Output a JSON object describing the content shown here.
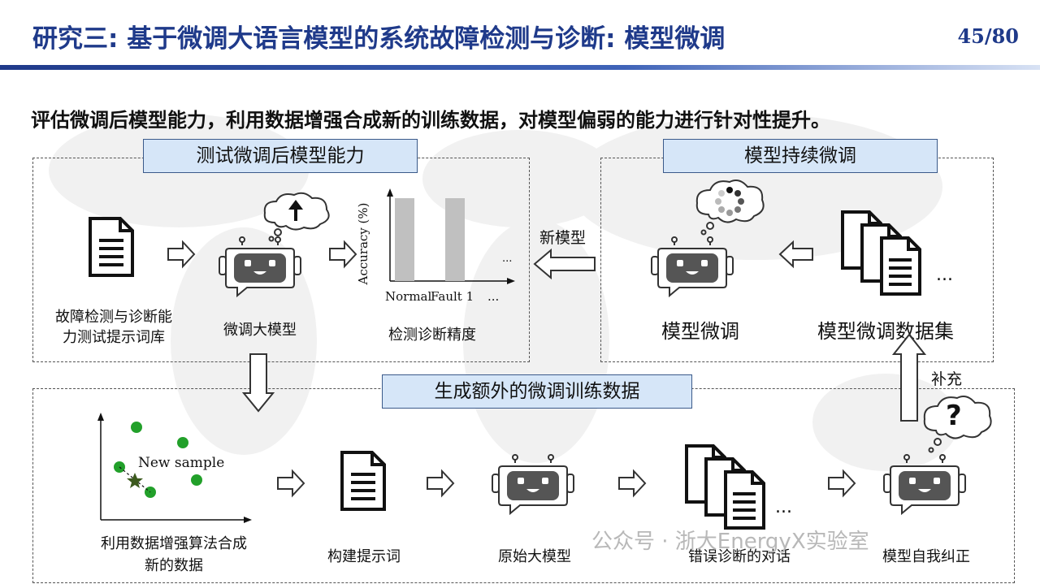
{
  "header": {
    "title": "研究三: 基于微调大语言模型的系统故障检测与诊断: 模型微调",
    "page": "45/80"
  },
  "headline": "评估微调后模型能力，利用数据增强合成新的训练数据，对模型偏弱的能力进行针对性提升。",
  "test_section": {
    "label": "测试微调后模型能力",
    "prompt_lib_caption": "故障检测与诊断能\n力测试提示词库",
    "ft_model_caption": "微调大模型",
    "accuracy_caption": "检测诊断精度"
  },
  "finetune_section": {
    "label": "模型持续微调",
    "new_model_label": "新模型",
    "model_ft_caption": "模型微调",
    "dataset_caption": "模型微调数据集",
    "dataset_ellipsis": "..."
  },
  "generate_section": {
    "label": "生成额外的微调训练数据",
    "supplement_label": "补充",
    "augment_caption": "利用数据增强算法合成\n新的数据",
    "new_sample_label": "New sample",
    "build_prompt_caption": "构建提示词",
    "base_model_caption": "原始大模型",
    "wrong_dialog_caption": "错误诊断的对话",
    "wrong_dialog_ellipsis": "...",
    "self_correct_caption": "模型自我纠正",
    "question_mark": "?"
  },
  "chart_data": {
    "type": "bar",
    "categories": [
      "Normal",
      "Fault 1",
      "..."
    ],
    "values": [
      100,
      100,
      null
    ],
    "ylabel": "Accuracy (%)",
    "xlabel": "",
    "title": ""
  },
  "watermark": "公众号 · 浙大EnergyX实验室",
  "colors": {
    "title": "#1f3a8a",
    "label_fill": "#d6e6f8",
    "robot_face": "#555555",
    "bar": "#c0c0c0",
    "green_point": "#22a02a"
  },
  "icons": [
    "document-icon",
    "robot-icon",
    "thought-cloud-icon",
    "arrow-icon",
    "star-icon"
  ]
}
